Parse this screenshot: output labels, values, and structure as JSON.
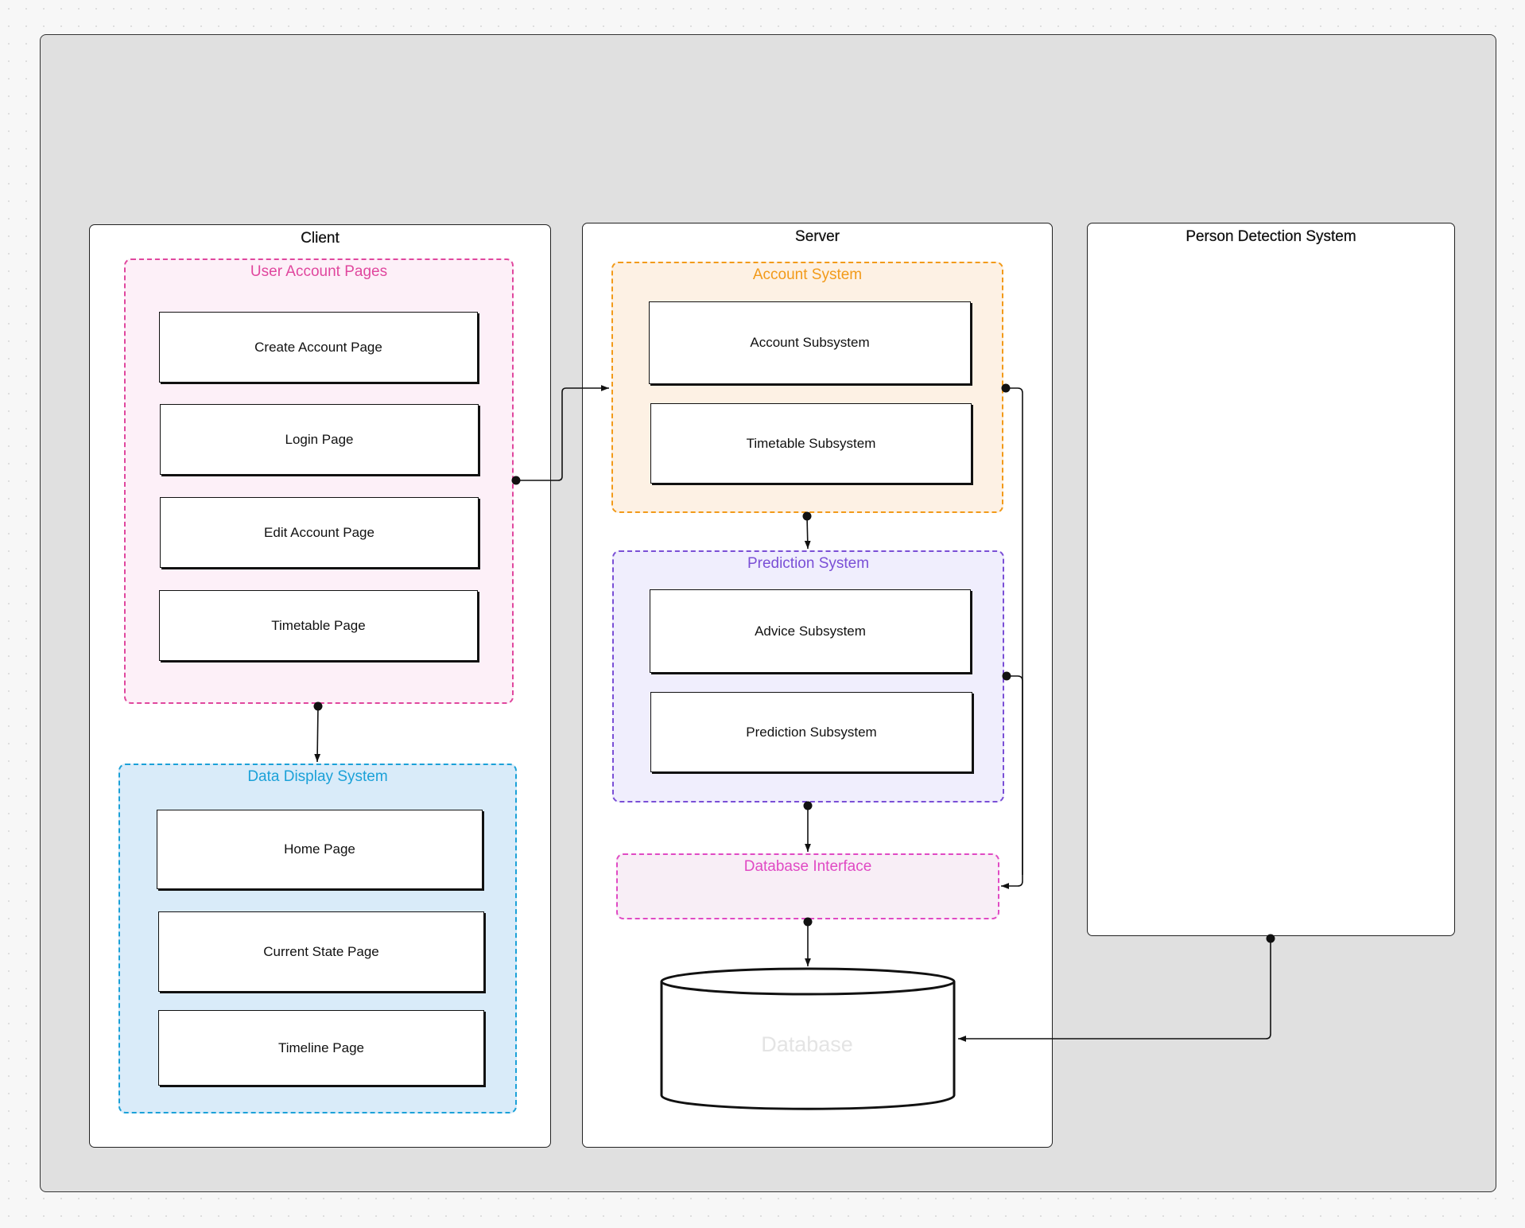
{
  "client": {
    "title": "Client",
    "user_account_pages": {
      "title": "User Account Pages",
      "pages": [
        "Create Account Page",
        "Login Page",
        "Edit Account Page",
        "Timetable Page"
      ]
    },
    "data_display_system": {
      "title": "Data Display System",
      "pages": [
        "Home Page",
        "Current State Page",
        "Timeline Page"
      ]
    }
  },
  "server": {
    "title": "Server",
    "account_system": {
      "title": "Account System",
      "subsystems": [
        "Account Subsystem",
        "Timetable Subsystem"
      ]
    },
    "prediction_system": {
      "title": "Prediction System",
      "subsystems": [
        "Advice Subsystem",
        "Prediction Subsystem"
      ]
    },
    "database_interface": {
      "title": "Database Interface"
    },
    "database": {
      "label": "Database"
    }
  },
  "person_detection": {
    "title": "Person Detection System"
  },
  "colors": {
    "user_account_pages": "#e0479e",
    "data_display_system": "#1ba1d8",
    "account_system": "#f29a19",
    "prediction_system": "#7a4fd6",
    "database_interface": "#e04ac4"
  }
}
